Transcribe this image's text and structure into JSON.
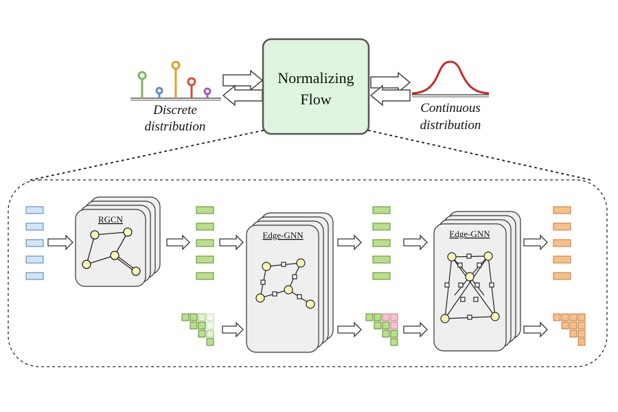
{
  "top": {
    "discrete_label_line1": "Discrete",
    "discrete_label_line2": "distribution",
    "flow_label_line1": "Normalizing",
    "flow_label_line2": "Flow",
    "continuous_label_line1": "Continuous",
    "continuous_label_line2": "distribution"
  },
  "modules": {
    "rgcn": "RGCN",
    "edge_gnn_1": "Edge-GNN",
    "edge_gnn_2": "Edge-GNN"
  },
  "colors": {
    "blue": "#cfe6f7",
    "green": "#b9de8c",
    "orange": "#f7c08a",
    "pink": "#f5c2cf",
    "flow_box": "#dff5df",
    "node": "#fbf7b8",
    "module_box": "#efefef"
  }
}
